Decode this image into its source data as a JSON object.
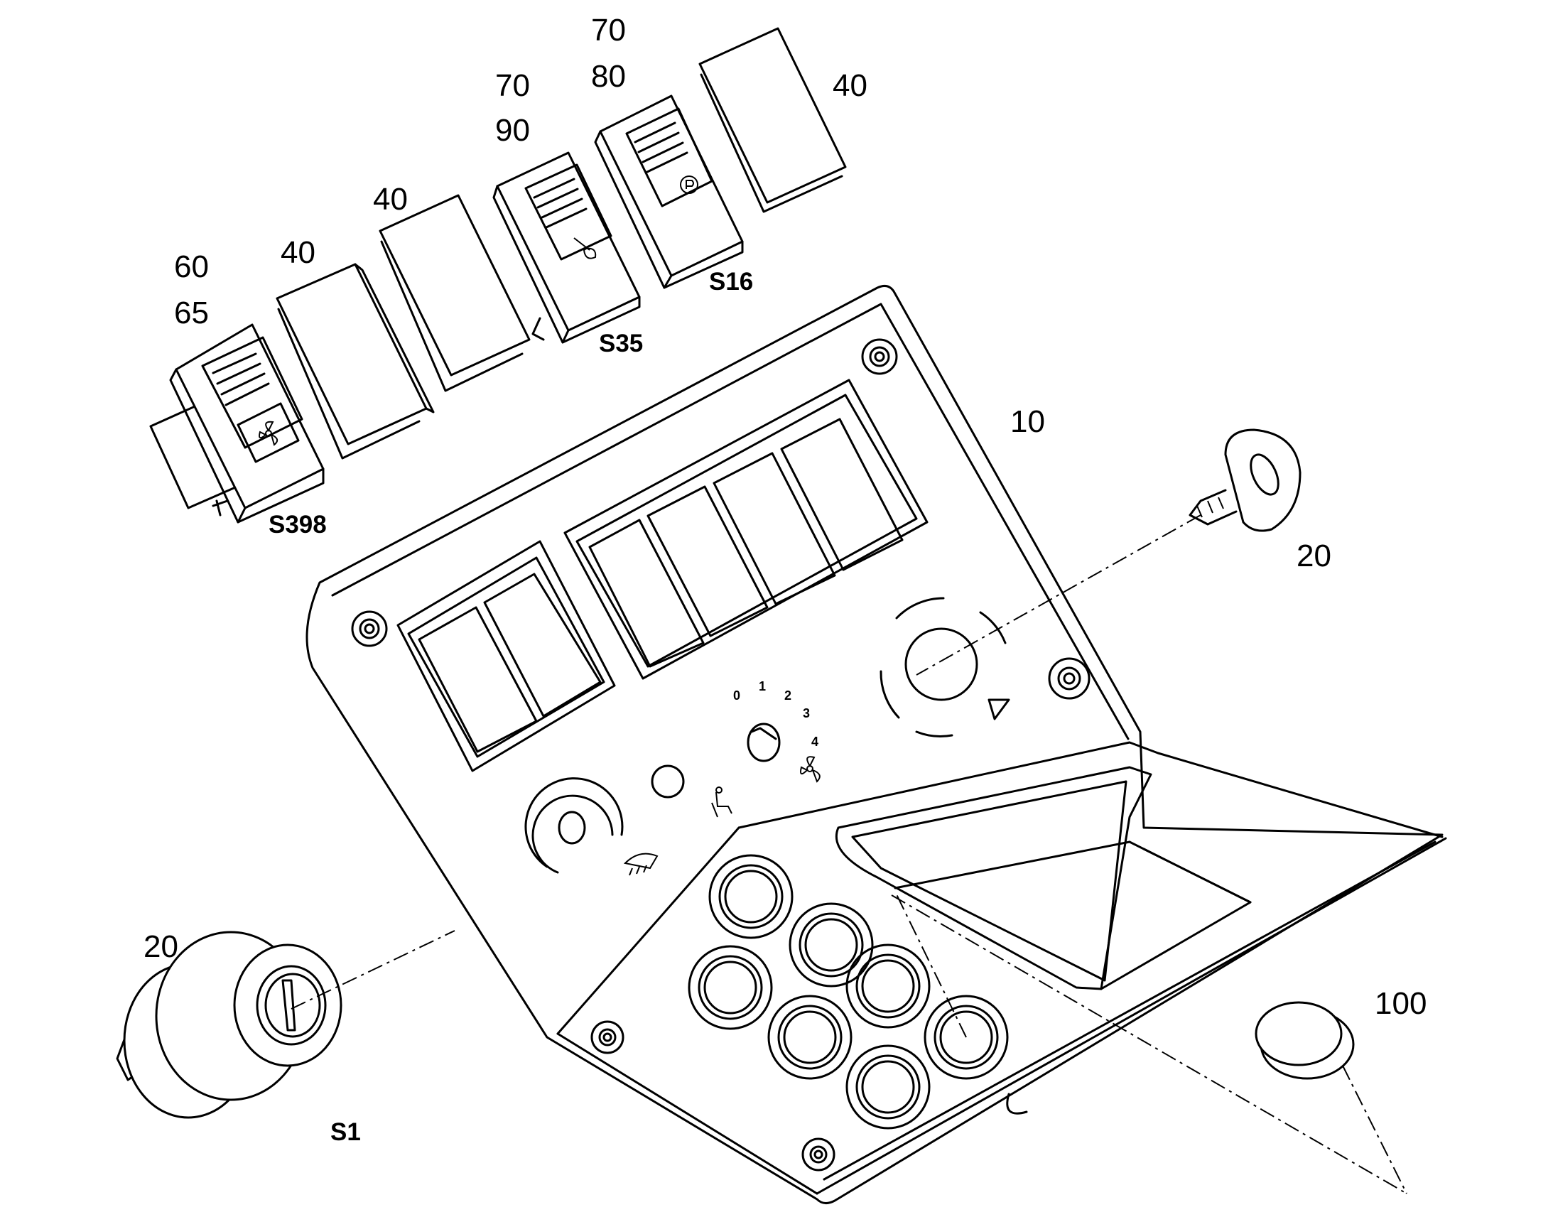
{
  "diagram": {
    "callouts": {
      "c60": "60",
      "c65": "65",
      "c40a": "40",
      "c40b": "40",
      "c70a": "70",
      "c90": "90",
      "c70b": "70",
      "c80": "80",
      "c40c": "40",
      "c10": "10",
      "c20a": "20",
      "c20b": "20",
      "c100": "100"
    },
    "refs": {
      "s398": "S398",
      "s35": "S35",
      "s16": "S16",
      "s1": "S1"
    },
    "dial": {
      "d0": "0",
      "d1": "1",
      "d2": "2",
      "d3": "3",
      "d4": "4"
    }
  }
}
